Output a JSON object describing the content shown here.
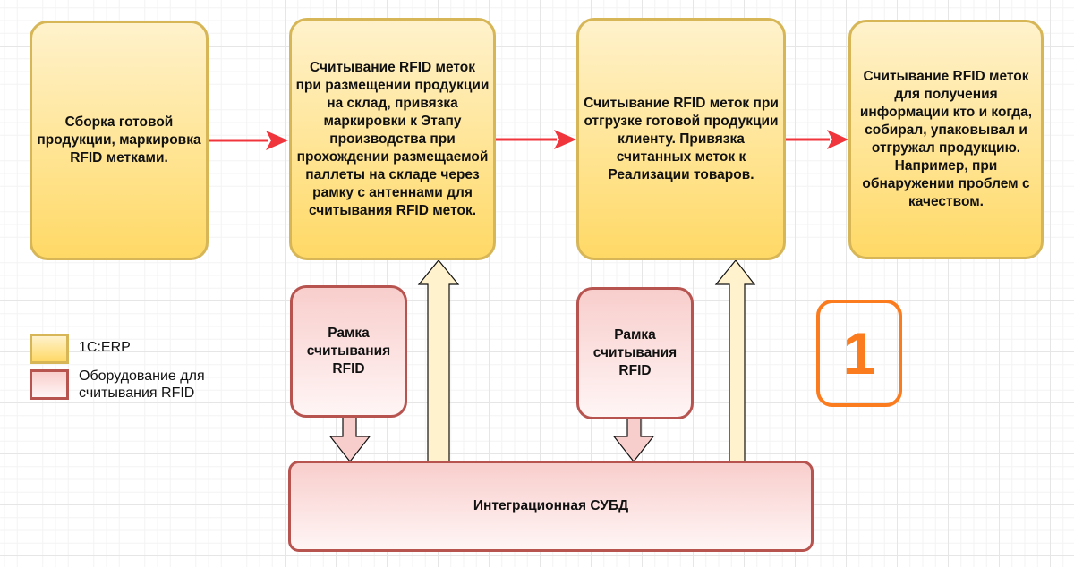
{
  "process_steps": [
    {
      "text": "Сборка готовой продукции, маркировка RFID метками."
    },
    {
      "text": "Считывание RFID меток при размещении продукции на склад, привязка маркировки к Этапу производства при прохождении размещаемой паллеты на складе через рамку с антеннами для считывания RFID меток."
    },
    {
      "text": "Считывание RFID меток при отгрузке готовой продукции клиенту. Привязка считанных меток к Реализации товаров."
    },
    {
      "text": "Считывание RFID меток для получения информации кто и когда, собирал, упаковывал и отгружал продукцию. Например, при обнаружении проблем с качеством."
    }
  ],
  "readers": [
    {
      "text": "Рамка считывания RFID"
    },
    {
      "text": "Рамка считывания RFID"
    }
  ],
  "database": {
    "text": "Интеграционная СУБД"
  },
  "legend": [
    {
      "label": "1C:ERP",
      "color": "#ffd966",
      "border": "#d6b656"
    },
    {
      "label": "Оборудование для считывания RFID",
      "color": "#f8cecc",
      "border": "#b85450"
    }
  ],
  "badge": {
    "text": "1",
    "color": "#fb7c1f"
  },
  "colors": {
    "flow_arrow": "#f0353d",
    "up_arrow_fill": "#fff2cc",
    "down_arrow_fill": "#f8cecc"
  }
}
